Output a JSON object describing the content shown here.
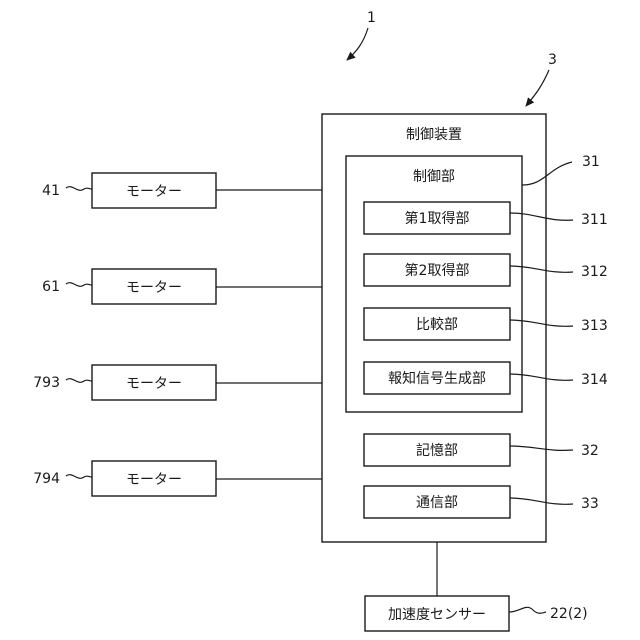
{
  "system_ref": "1",
  "controller": {
    "ref": "3",
    "title": "制御装置"
  },
  "control_unit": {
    "ref": "31",
    "title": "制御部"
  },
  "control_subunits": [
    {
      "ref": "311",
      "label": "第1取得部"
    },
    {
      "ref": "312",
      "label": "第2取得部"
    },
    {
      "ref": "313",
      "label": "比較部"
    },
    {
      "ref": "314",
      "label": "報知信号生成部"
    }
  ],
  "other_units": [
    {
      "ref": "32",
      "label": "記憶部"
    },
    {
      "ref": "33",
      "label": "通信部"
    }
  ],
  "motors": [
    {
      "ref": "41",
      "label": "モーター"
    },
    {
      "ref": "61",
      "label": "モーター"
    },
    {
      "ref": "793",
      "label": "モーター"
    },
    {
      "ref": "794",
      "label": "モーター"
    }
  ],
  "sensor": {
    "ref": "22(2)",
    "label": "加速度センサー"
  }
}
